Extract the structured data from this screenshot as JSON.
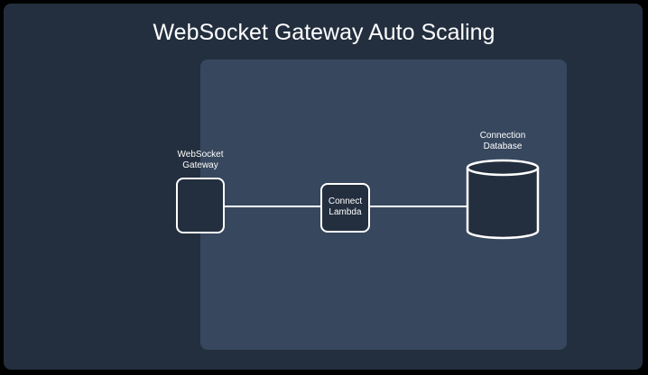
{
  "diagram": {
    "title": "WebSocket Gateway Auto Scaling",
    "nodes": {
      "gateway": {
        "label": "WebSocket\nGateway",
        "icon": "websocket-gateway-icon"
      },
      "lambda": {
        "label": "Connect\nLambda",
        "icon": "lambda-function-icon"
      },
      "database": {
        "label": "Connection\nDatabase",
        "icon": "database-cylinder-icon"
      }
    },
    "edges": [
      {
        "from": "gateway",
        "to": "lambda"
      },
      {
        "from": "lambda",
        "to": "database"
      }
    ],
    "colors": {
      "background": "#232f3e",
      "group": "#37475e",
      "stroke": "#ffffff",
      "border": "#000000"
    }
  }
}
